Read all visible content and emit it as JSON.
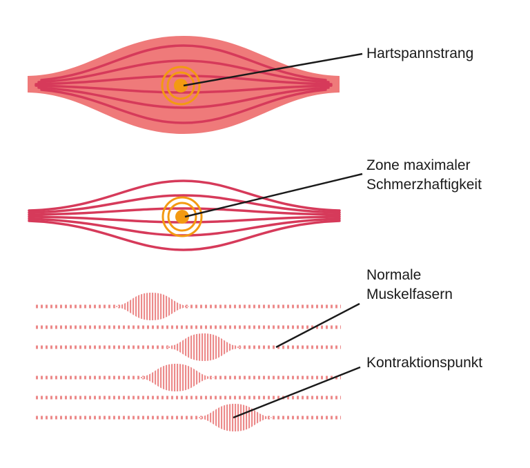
{
  "labels": {
    "taut_band": "Hartspannstrang",
    "max_pain_zone_line1": "Zone maximaler",
    "max_pain_zone_line2": "Schmerzhaftigkeit",
    "normal_fibers_line1": "Normale",
    "normal_fibers_line2": "Muskelfasern",
    "contraction_point": "Kontraktionspunkt"
  },
  "colors": {
    "muscle_fill": "#ef7a7a",
    "fiber_dark": "#d63a5a",
    "trigger_point": "#f39a12",
    "dashed_fiber": "#ec8a8a",
    "leader_line": "#1a1a1a"
  }
}
